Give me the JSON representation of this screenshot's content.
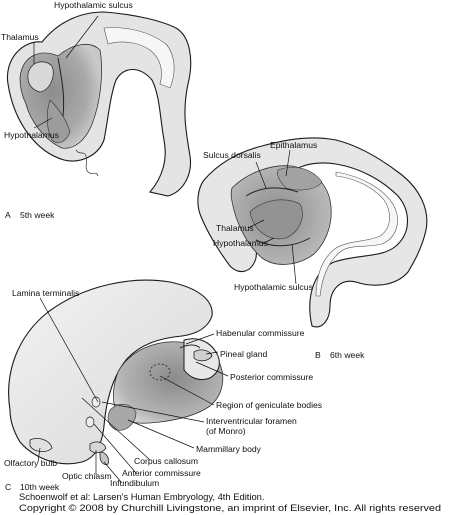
{
  "panel_a": {
    "letter": "A",
    "stage": "5th week",
    "labels": {
      "thalamus": "Thalamus",
      "hypothalamic_sulcus": "Hypothalamic sulcus",
      "hypothalamus": "Hypothalamus"
    }
  },
  "panel_b": {
    "letter": "B",
    "stage": "6th week",
    "labels": {
      "sulcus_dorsalis": "Sulcus dorsalis",
      "epithalamus": "Epithalamus",
      "thalamus": "Thalamus",
      "hypothalamus": "Hypothalamus",
      "hypothalamic_sulcus": "Hypothalamic sulcus"
    }
  },
  "panel_c": {
    "letter": "C",
    "stage": "10th week",
    "labels": {
      "lamina_terminalis": "Lamina terminalis",
      "habenular_commissure": "Habenular commissure",
      "pineal_gland": "Pineal gland",
      "posterior_commissure": "Posterior commissure",
      "geniculate_bodies": "Region of geniculate bodies",
      "interventricular_foramen_1": "Interventricular foramen",
      "interventricular_foramen_2": "(of Monro)",
      "mammillary_body": "Mammillary body",
      "corpus_callosum": "Corpus callosum",
      "anterior_commissure": "Anterior commissure",
      "infundibulum": "Infundibulum",
      "optic_chiasm": "Optic chiasm",
      "olfactory_bulb": "Olfactory bulb"
    }
  },
  "caption": {
    "line1": "Schoenwolf et al: Larsen's Human Embryology, 4th Edition.",
    "line2": "Copyright © 2008 by Churchill Livingstone, an imprint of Elsevier, Inc. All rights reserved"
  },
  "colors": {
    "tissue_light": "#e6e6e6",
    "tissue_mid": "#b9b9b9",
    "tissue_dark": "#8a8a8a",
    "ink": "#111111"
  }
}
